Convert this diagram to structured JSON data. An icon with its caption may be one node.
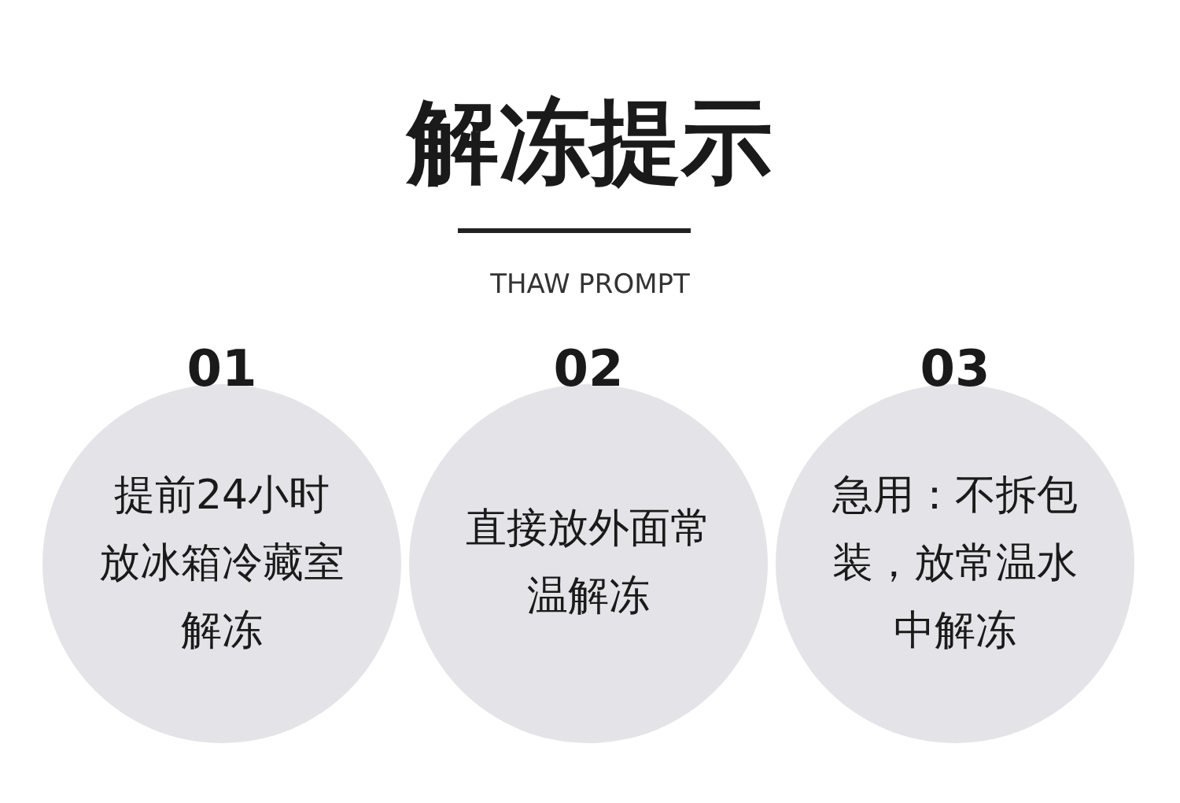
{
  "diagram": {
    "title": "解冻提示",
    "nodes": [
      {
        "text": [
          "01",
          "提前24小时放冰箱冷藏室解冻"
        ]
      },
      {
        "text": [
          "02",
          "直接放外面常温解冻"
        ]
      },
      {
        "text": [
          "03",
          "急用：不拆包装，放常温水中解冻"
        ]
      }
    ],
    "labels": [
      "THAW PROMPT"
    ]
  }
}
